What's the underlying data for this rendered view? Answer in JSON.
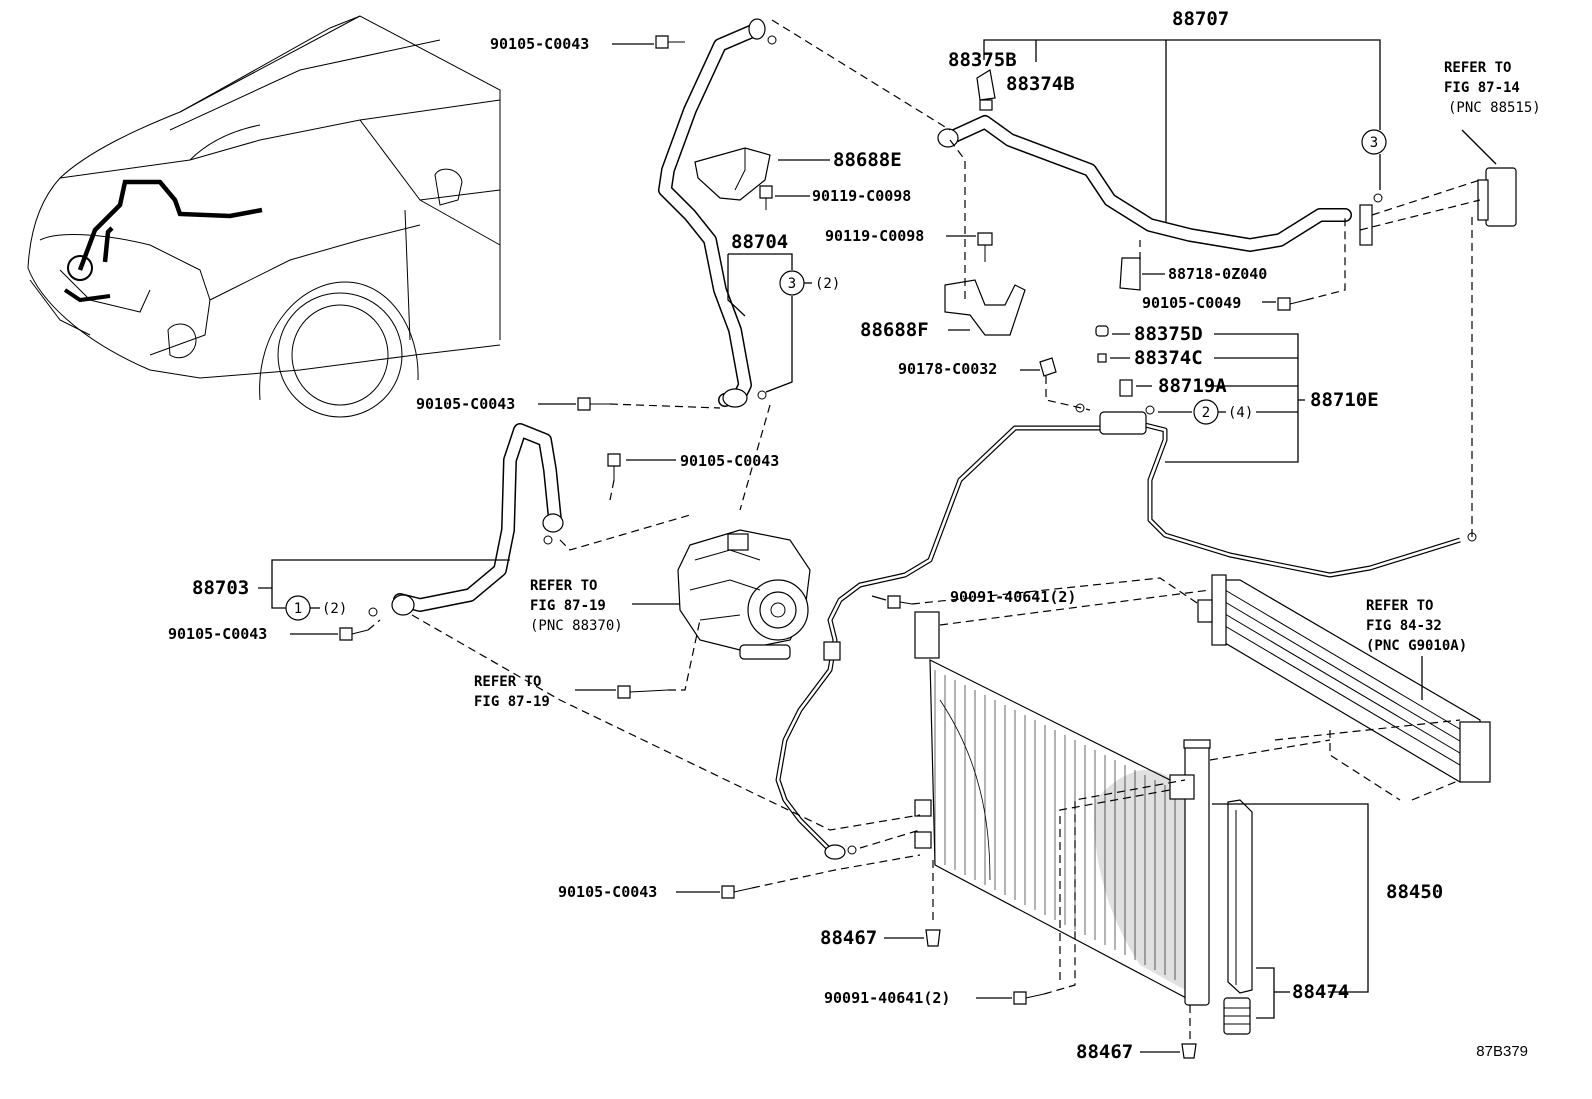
{
  "diagram_id": "87B379",
  "refs": {
    "top_right": {
      "line1": "REFER TO",
      "line2": "FIG 87-14",
      "line3": "(PNC 88515)"
    },
    "compressor": {
      "line1": "REFER TO",
      "line2": "FIG 87-19",
      "line3": "(PNC 88370)"
    },
    "bottom_bolt": {
      "line1": "REFER TO",
      "line2": "FIG 87-19"
    },
    "radiator": {
      "line1": "REFER TO",
      "line2": "FIG 84-32",
      "line3": "(PNC G9010A)"
    }
  },
  "parts": {
    "p88707": "88707",
    "p88375B": "88375B",
    "p88374B": "88374B",
    "p88688E": "88688E",
    "p90119_a": "90119-C0098",
    "p88704": "88704",
    "p90119_b": "90119-C0098",
    "p88718": "88718-0Z040",
    "p90105_c0049": "90105-C0049",
    "p88688F": "88688F",
    "p88375D": "88375D",
    "p88374C": "88374C",
    "p90178": "90178-C0032",
    "p88719A": "88719A",
    "p88710E": "88710E",
    "p90105_top": "90105-C0043",
    "p90105_mid": "90105-C0043",
    "p90105_right": "90105-C0043",
    "p88703": "88703",
    "p90105_left": "90105-C0043",
    "p90091_top": "90091-40641(2)",
    "p90105_bottom": "90105-C0043",
    "p88467_a": "88467",
    "p88450": "88450",
    "p88474": "88474",
    "p90091_bottom": "90091-40641(2)",
    "p88467_b": "88467"
  },
  "callouts": {
    "c3_top": "3",
    "c3_mid": "3",
    "c3_mid_qty": "(2)",
    "c2": "2",
    "c2_qty": "(4)",
    "c1": "1",
    "c1_qty": "(2)"
  }
}
